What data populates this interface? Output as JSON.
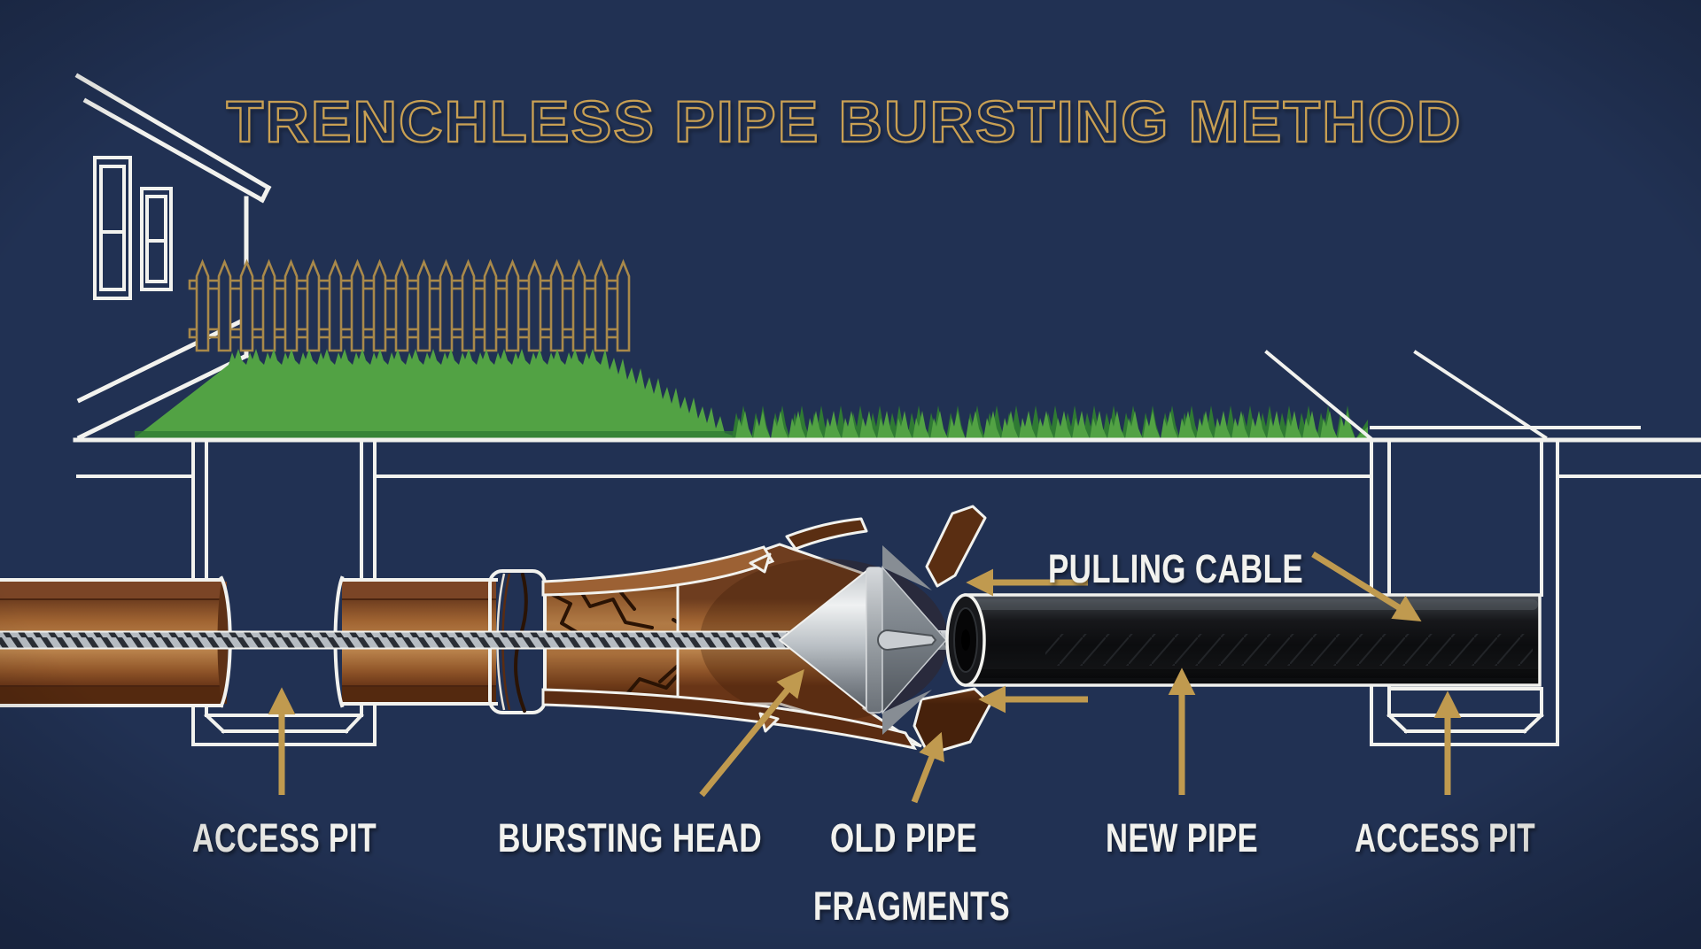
{
  "title": "TRENCHLESS PIPE BURSTING METHOD",
  "labels": {
    "pulling_cable": "PULLING CABLE",
    "access_pit_left": "ACCESS PIT",
    "bursting_head": "BURSTING HEAD",
    "old_pipe_line1": "OLD PIPE",
    "old_pipe_line2": "FRAGMENTS",
    "new_pipe": "NEW PIPE",
    "access_pit_right": "ACCESS PIT"
  },
  "colors": {
    "background": "#213153",
    "title-gold": "#c9a052",
    "arrow-gold": "#c09a4f",
    "fence-gold": "#a9894a",
    "line-white": "#f2f2ee",
    "grass-light": "#52a244",
    "grass-dark": "#2f7a33",
    "pipe-brown": "#a8713f",
    "pipe-brown-dark": "#53290f",
    "cable-grey": "#b6bcc2",
    "new-pipe-black": "#121316",
    "steel-light": "#e8eaec",
    "steel-dark": "#6b7178"
  }
}
